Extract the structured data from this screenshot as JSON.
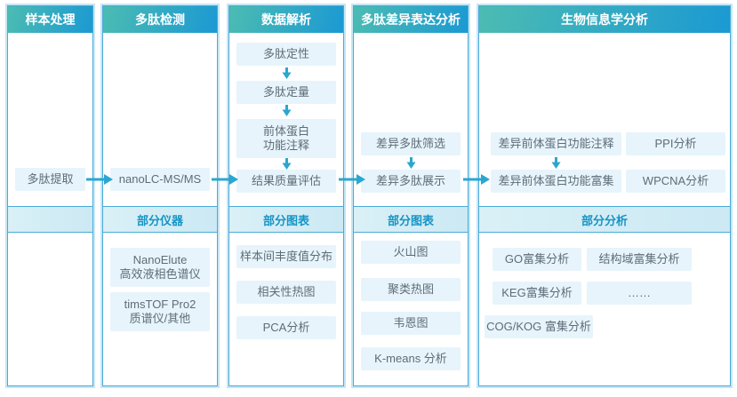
{
  "palette": {
    "header_gradient_start": "#4cbcb2",
    "header_gradient_end": "#1b99d3",
    "column_border": "#4aaad9",
    "column_outer_glow": "#c6e6f4",
    "band_background": "#cfeaf5",
    "band_text": "#1694c6",
    "box_background": "#e7f4fb",
    "box_text": "#5d6d79",
    "arrow": "#2aa7d0"
  },
  "columns": [
    {
      "header": "样本处理",
      "band": "",
      "main": "多肽提取"
    },
    {
      "header": "多肽检测",
      "band": "部分仪器",
      "main": "nanoLC-MS/MS",
      "items": [
        "NanoElute\n高效液相色谱仪",
        "timsTOF Pro2\n质谱仪/其他"
      ]
    },
    {
      "header": "数据解析",
      "band": "部分图表",
      "steps": [
        "多肽定性",
        "多肽定量",
        "前体蛋白\n功能注释",
        "结果质量评估"
      ],
      "items": [
        "样本间丰度值分布",
        "相关性热图",
        "PCA分析"
      ]
    },
    {
      "header": "多肽差异表达分析",
      "band": "部分图表",
      "steps": [
        "差异多肽筛选",
        "差异多肽展示"
      ],
      "items": [
        "火山图",
        "聚类热图",
        "韦恩图",
        "K-means 分析"
      ]
    },
    {
      "header": "生物信息学分析",
      "band": "部分分析",
      "steps": [
        "差异前体蛋白功能注释",
        "差异前体蛋白功能富集"
      ],
      "side": [
        "PPI分析",
        "WPCNA分析"
      ],
      "items": [
        "GO富集分析",
        "结构域富集分析",
        "KEG富集分析",
        "……",
        "COG/KOG 富集分析"
      ]
    }
  ]
}
